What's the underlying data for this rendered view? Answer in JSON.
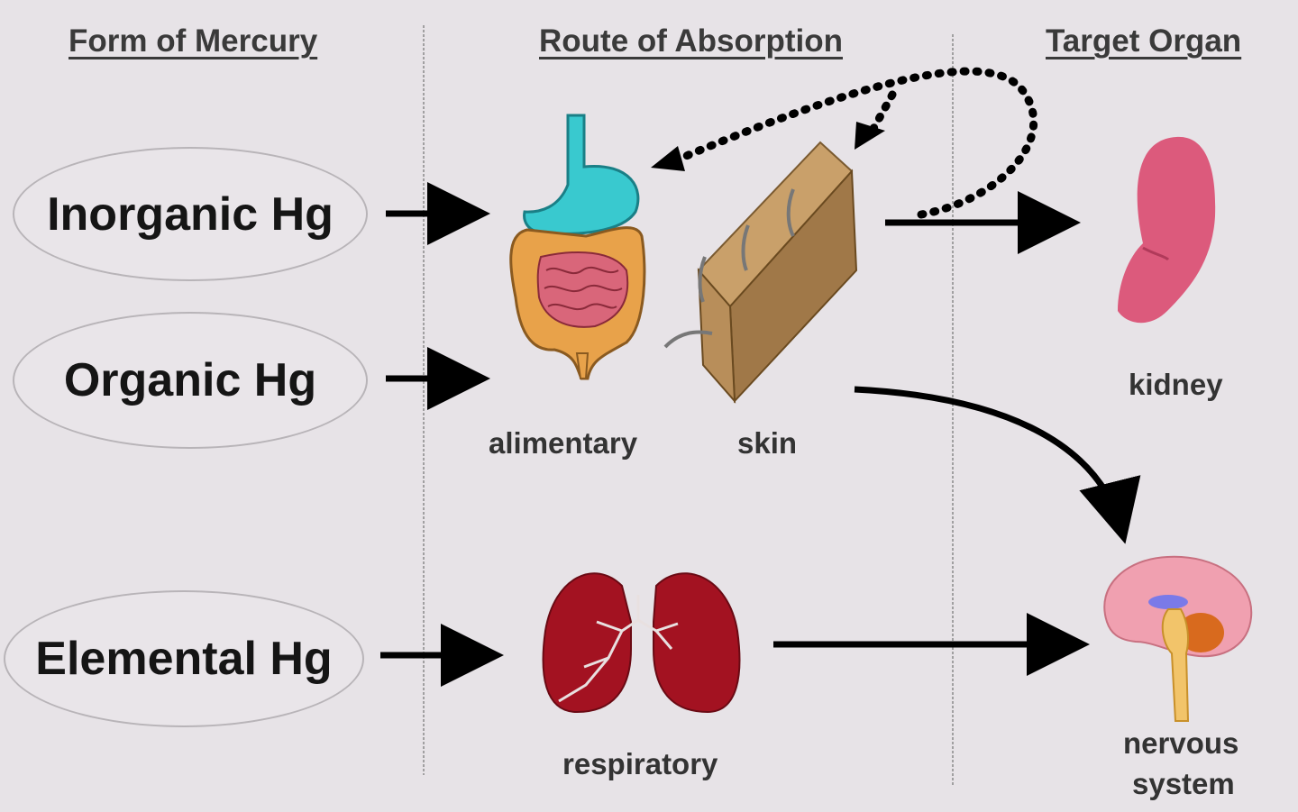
{
  "headers": {
    "form": "Form of Mercury",
    "route": "Route of Absorption",
    "target": "Target Organ"
  },
  "forms": {
    "inorganic": "Inorganic Hg",
    "organic": "Organic Hg",
    "elemental": "Elemental Hg"
  },
  "routes": {
    "alimentary": "alimentary",
    "skin": "skin",
    "respiratory": "respiratory"
  },
  "targets": {
    "kidney": "kidney",
    "nervous_line1": "nervous",
    "nervous_line2": "system"
  },
  "icons": {
    "stomach": "stomach-intestine-icon",
    "skin": "skin-block-icon",
    "lungs": "lungs-icon",
    "kidney": "kidney-icon",
    "brain": "brain-icon"
  },
  "colors": {
    "background": "#e7e3e7",
    "stomach": "#39c9cf",
    "intestine_outer": "#e8a24a",
    "intestine_inner": "#d9667a",
    "skin": "#b88e5a",
    "lungs": "#a31221",
    "kidney": "#dc5a7c",
    "brain": "#f0a0b0"
  }
}
